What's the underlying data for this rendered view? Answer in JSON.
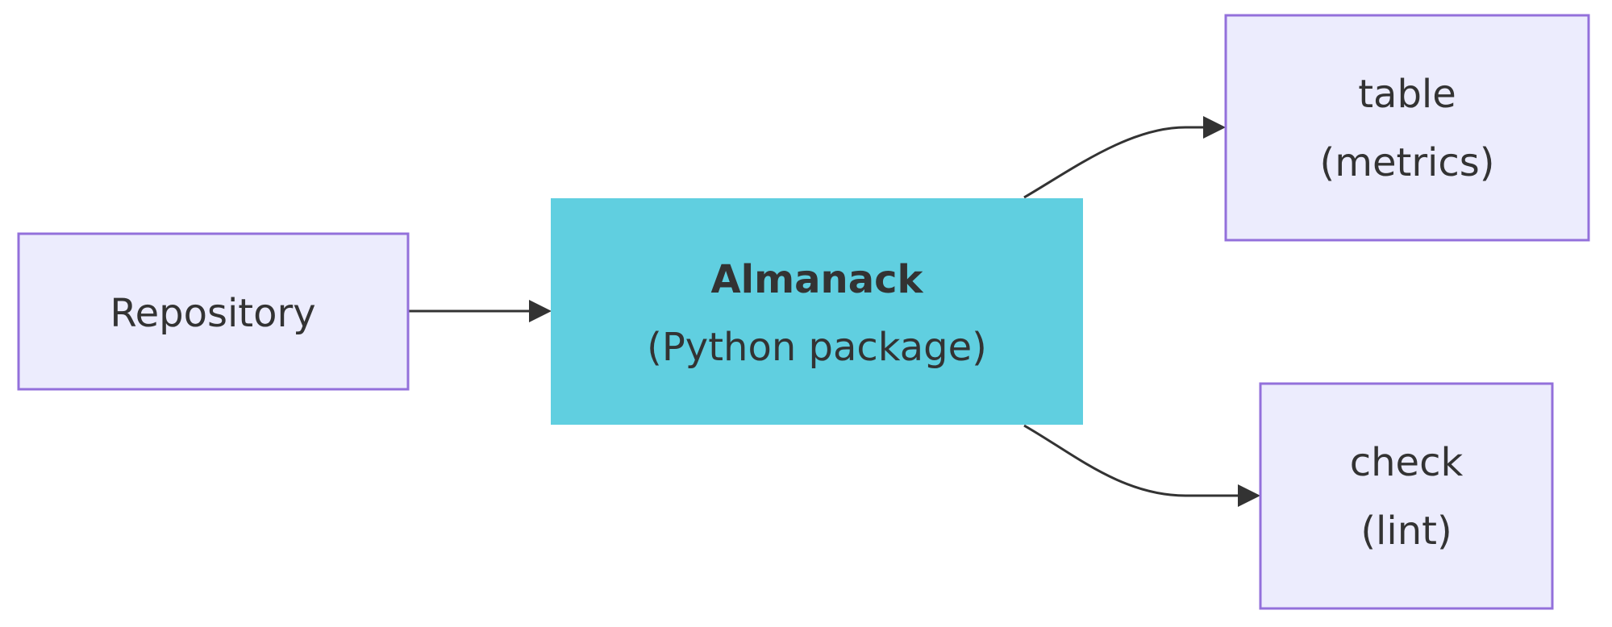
{
  "nodes": {
    "repository": {
      "label": "Repository"
    },
    "almanack": {
      "title": "Almanack",
      "subtitle": "(Python package)",
      "fill": "#60cfe0"
    },
    "table": {
      "title": "table",
      "subtitle": "(metrics)"
    },
    "check": {
      "title": "check",
      "subtitle": "(lint)"
    }
  },
  "edges": [
    {
      "from": "Repository",
      "to": "Almanack"
    },
    {
      "from": "Almanack",
      "to": "table"
    },
    {
      "from": "Almanack",
      "to": "check"
    }
  ],
  "colors": {
    "node_fill": "#ececfd",
    "node_stroke": "#9370db",
    "main_node_fill": "#60cfe0",
    "edge": "#333333",
    "text": "#333333"
  }
}
